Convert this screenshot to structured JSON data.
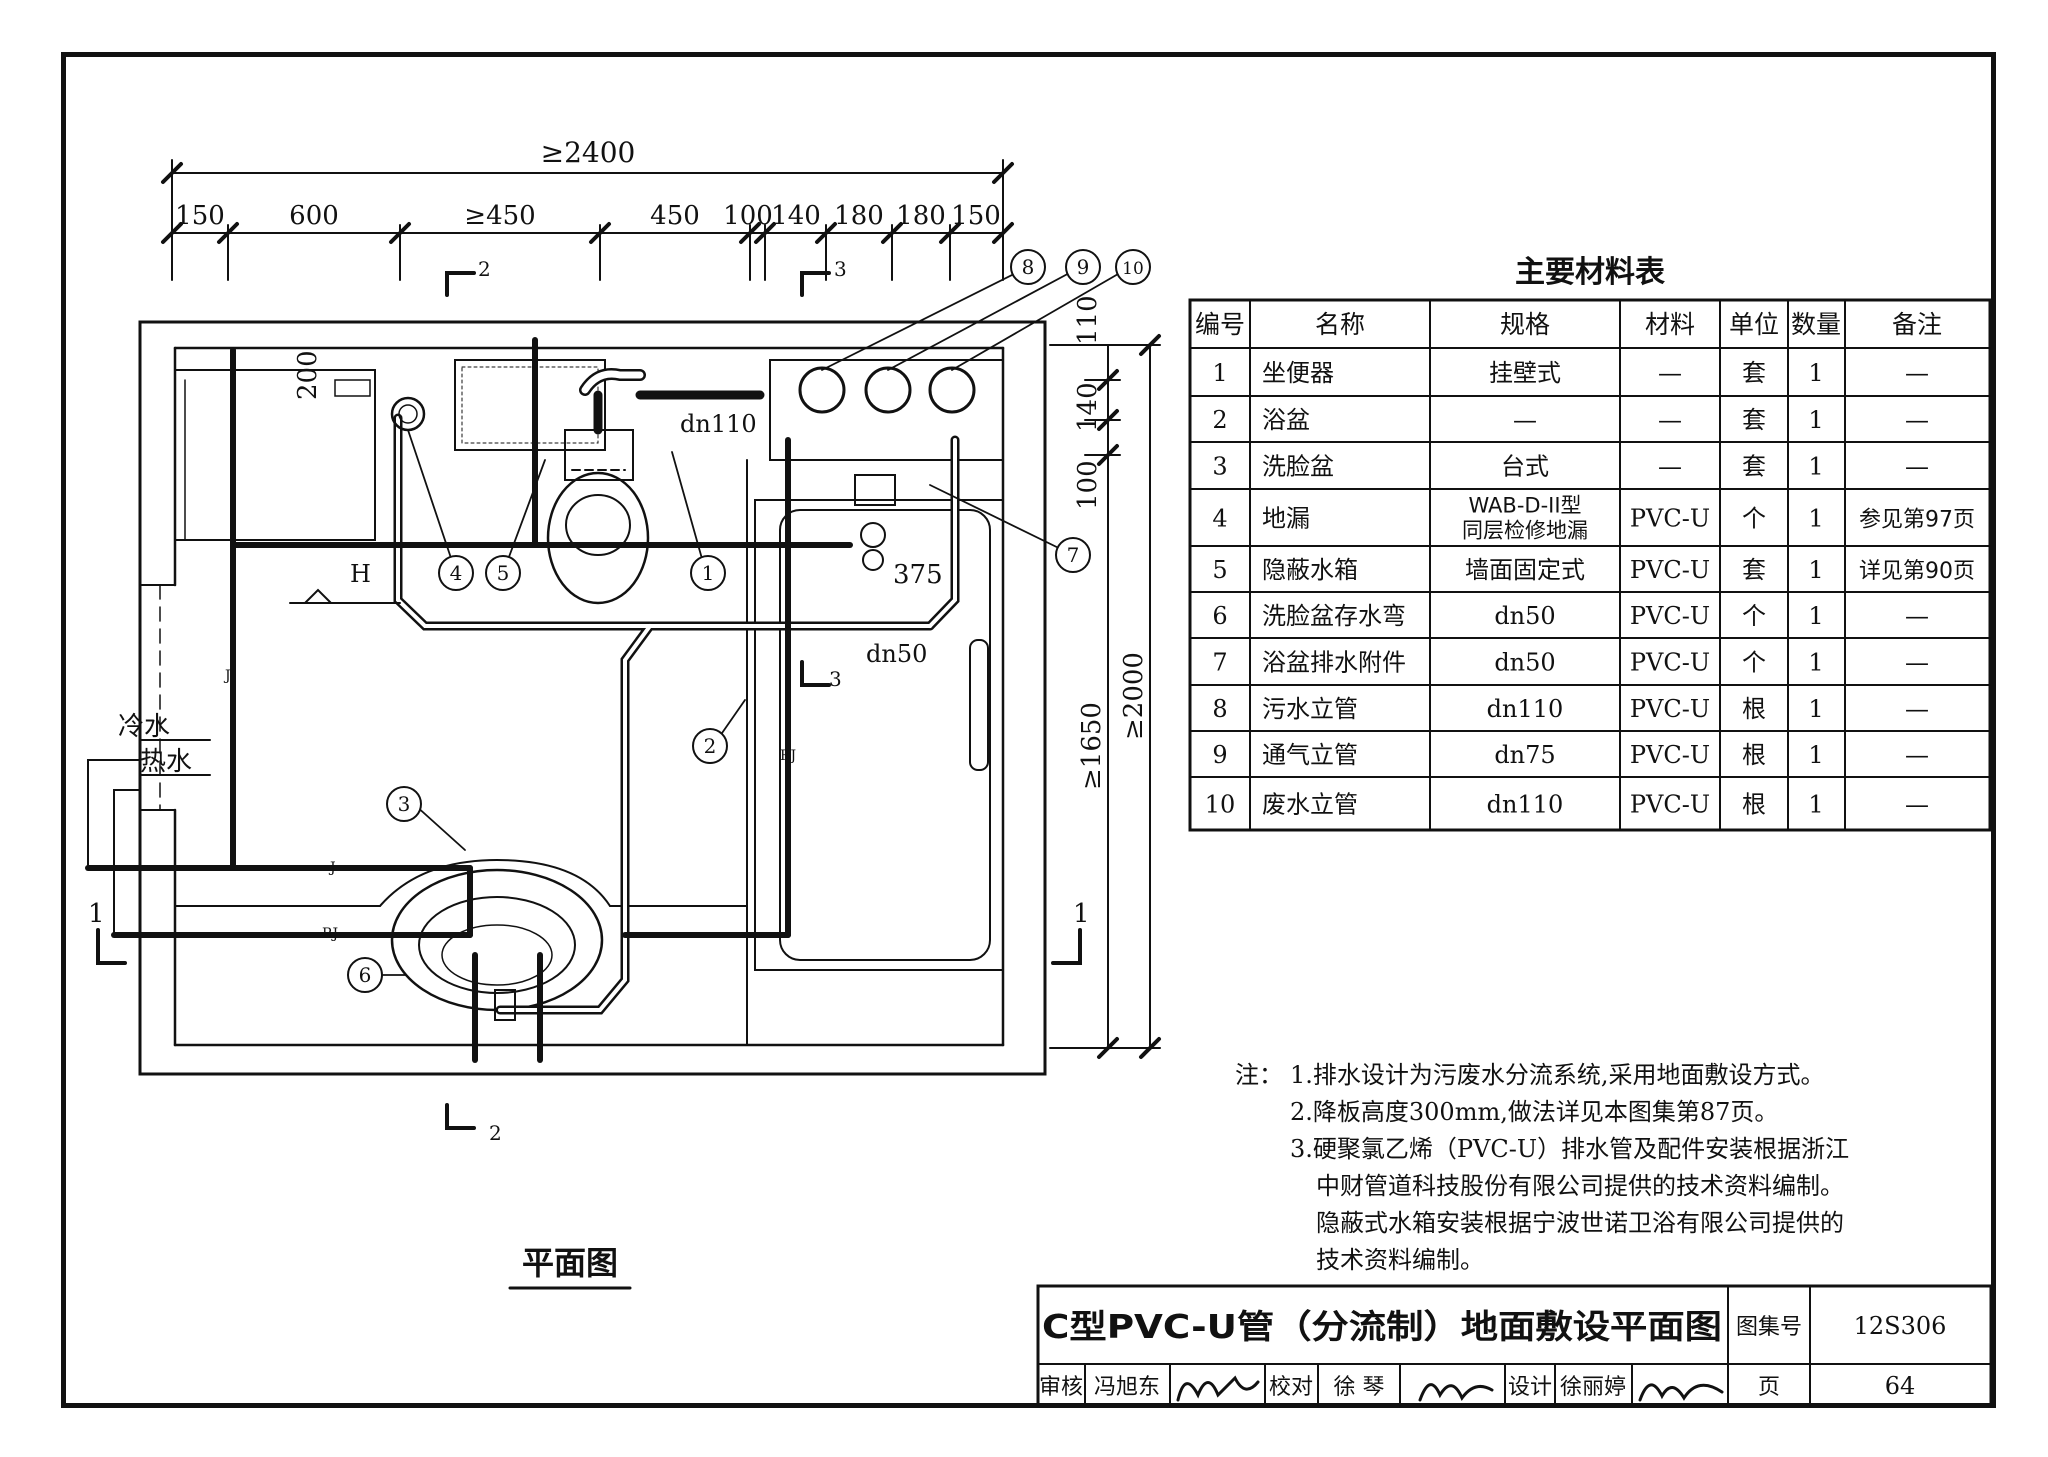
{
  "drawing": {
    "plan_title": "平面图",
    "overall_dim": "≥2400",
    "top_dims": [
      "150",
      "600",
      "≥450",
      "450",
      "100",
      "140",
      "180",
      "180",
      "150"
    ],
    "right_dims": [
      "110",
      "140",
      "100",
      "≥1650",
      "≥2000"
    ],
    "inner_dims": [
      "200",
      "375"
    ],
    "pipe_labels": [
      "dn110",
      "dn50",
      "H",
      "J",
      "J",
      "RJ",
      "RJ"
    ],
    "water_labels": {
      "cold": "冷水",
      "hot": "热水"
    },
    "section_marks": [
      "2",
      "3",
      "3",
      "1",
      "1",
      "2"
    ],
    "callouts": [
      "1",
      "2",
      "3",
      "4",
      "5",
      "6",
      "7",
      "8",
      "9",
      "10"
    ]
  },
  "table": {
    "title": "主要材料表",
    "headers": [
      "编号",
      "名称",
      "规格",
      "材料",
      "单位",
      "数量",
      "备注"
    ],
    "rows": [
      [
        "1",
        "坐便器",
        "挂壁式",
        "—",
        "套",
        "1",
        "—"
      ],
      [
        "2",
        "浴盆",
        "—",
        "—",
        "套",
        "1",
        "—"
      ],
      [
        "3",
        "洗脸盆",
        "台式",
        "—",
        "套",
        "1",
        "—"
      ],
      [
        "4",
        "地漏",
        "WAB-D-II型\n同层检修地漏",
        "PVC-U",
        "个",
        "1",
        "参见第97页"
      ],
      [
        "5",
        "隐蔽水箱",
        "墙面固定式",
        "PVC-U",
        "套",
        "1",
        "详见第90页"
      ],
      [
        "6",
        "洗脸盆存水弯",
        "dn50",
        "PVC-U",
        "个",
        "1",
        "—"
      ],
      [
        "7",
        "浴盆排水附件",
        "dn50",
        "PVC-U",
        "个",
        "1",
        "—"
      ],
      [
        "8",
        "污水立管",
        "dn110",
        "PVC-U",
        "根",
        "1",
        "—"
      ],
      [
        "9",
        "通气立管",
        "dn75",
        "PVC-U",
        "根",
        "1",
        "—"
      ],
      [
        "10",
        "废水立管",
        "dn110",
        "PVC-U",
        "根",
        "1",
        "—"
      ]
    ]
  },
  "notes": {
    "prefix": "注：",
    "lines": [
      "1.排水设计为污废水分流系统,采用地面敷设方式。",
      "2.降板高度300mm,做法详见本图集第87页。",
      "3.硬聚氯乙烯（PVC-U）排水管及配件安装根据浙江",
      "中财管道科技股份有限公司提供的技术资料编制。",
      "隐蔽式水箱安装根据宁波世诺卫浴有限公司提供的",
      "技术资料编制。"
    ]
  },
  "title_block": {
    "title": "C型PVC-U管（分流制）地面敷设平面图",
    "atlas_label": "图集号",
    "atlas_no": "12S306",
    "review_label": "审核",
    "reviewer": "冯旭东",
    "check_label": "校对",
    "checker": "徐 琴",
    "design_label": "设计",
    "designer": "徐丽婷",
    "page_label": "页",
    "page_no": "64"
  }
}
